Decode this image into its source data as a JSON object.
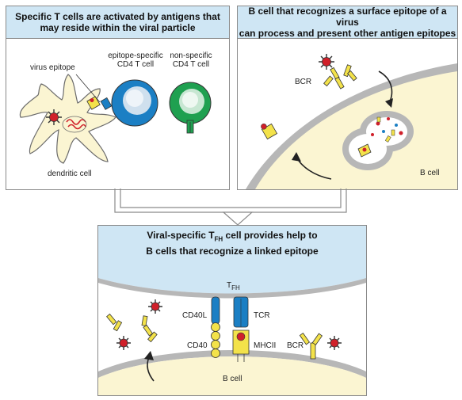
{
  "panel_a": {
    "title_line1": "Specific T cells are activated by antigens that",
    "title_line2": "may reside within the viral particle",
    "label_virus_epitope": "virus epitope",
    "label_specific_line1": "epitope-specific",
    "label_specific_line2": "CD4 T cell",
    "label_nonspecific_line1": "non-specific",
    "label_nonspecific_line2": "CD4 T cell",
    "label_dendritic": "dendritic cell"
  },
  "panel_b": {
    "title_line1": "B cell that recognizes a surface epitope of a virus",
    "title_line2": "can process and present other antigen epitopes",
    "label_bcr": "BCR",
    "label_bcell": "B cell"
  },
  "panel_c": {
    "title_line1_pre": "Viral-specific T",
    "title_line1_sub": "FH",
    "title_line1_post": " cell provides help to",
    "title_line2": "B cells that recognize a linked epitope",
    "label_tfh": "T",
    "label_tfh_sub": "FH",
    "label_cd40l": "CD40L",
    "label_cd40": "CD40",
    "label_tcr": "TCR",
    "label_mhcii": "MHCII",
    "label_bcr": "BCR",
    "label_bcell": "B cell"
  },
  "colors": {
    "header_bg": "#cfe6f4",
    "membrane_gray": "#b7b7b7",
    "cytoplasm_cream": "#fbf5d2",
    "t_cell_blue": "#1b7fc4",
    "t_cell_green": "#1fa050",
    "yellow": "#f3e24a",
    "virus_red": "#d0202a"
  },
  "icons": [
    "virus-icon",
    "antibody-icon",
    "mhc-icon",
    "tcr-icon",
    "arrow-icon"
  ]
}
